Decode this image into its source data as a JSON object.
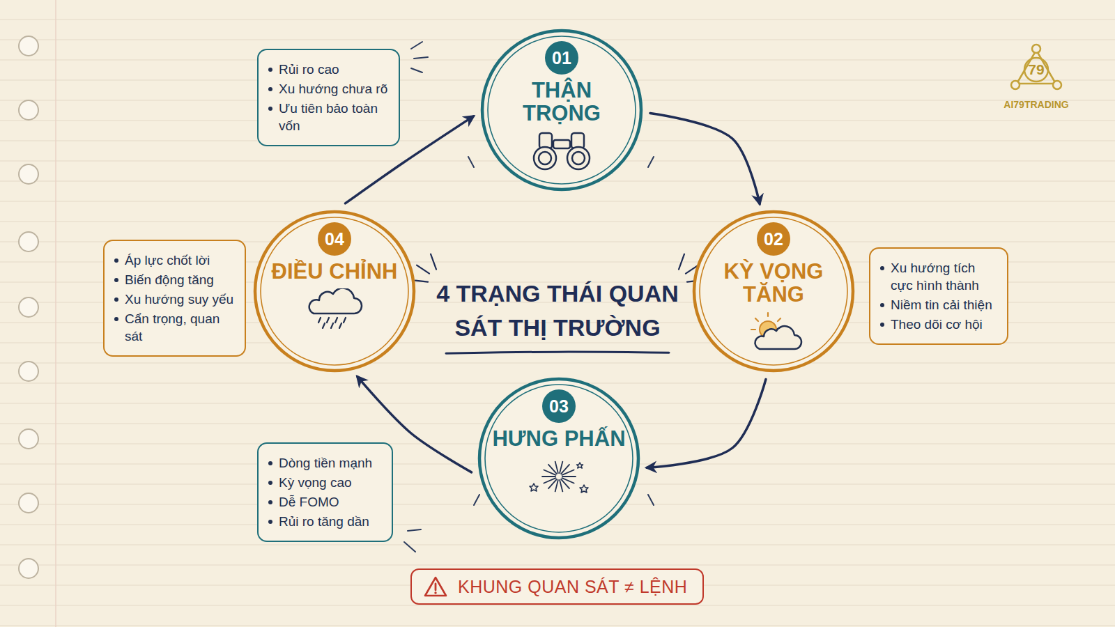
{
  "diagram": {
    "title": "4 TRẠNG THÁI QUAN SÁT THỊ TRƯỜNG",
    "nodes": [
      {
        "text": [
          "01",
          "THẬN TRỌNG"
        ]
      },
      {
        "text": [
          "Rủi ro cao",
          "Xu hướng chưa rõ",
          "Ưu tiên bảo toàn vốn"
        ]
      },
      {
        "text": [
          "02",
          "KỲ VỌNG TĂNG"
        ]
      },
      {
        "text": [
          "Xu hướng tích cực hình thành",
          "Niềm tin cải thiện",
          "Theo dõi cơ hội"
        ]
      },
      {
        "text": [
          "03",
          "HƯNG PHẤN"
        ]
      },
      {
        "text": [
          "Dòng tiền mạnh",
          "Kỳ vọng cao",
          "Dễ FOMO",
          "Rủi ro tăng dần"
        ]
      },
      {
        "text": [
          "04",
          "ĐIỀU CHỈNH"
        ]
      },
      {
        "text": [
          "Áp lực chốt lời",
          "Biến động tăng",
          "Xu hướng suy yếu",
          "Cẩn trọng, quan sát"
        ]
      },
      {
        "text": [
          "KHUNG QUAN SÁT ≠ LỆNH"
        ]
      }
    ],
    "edges": [
      {
        "from": 0,
        "to": 2,
        "arrow": "to"
      },
      {
        "from": 2,
        "to": 4,
        "arrow": "to"
      },
      {
        "from": 4,
        "to": 6,
        "arrow": "to"
      },
      {
        "from": 6,
        "to": 0,
        "arrow": "to"
      }
    ],
    "labels": [
      "79",
      "AI79TRADING"
    ]
  }
}
